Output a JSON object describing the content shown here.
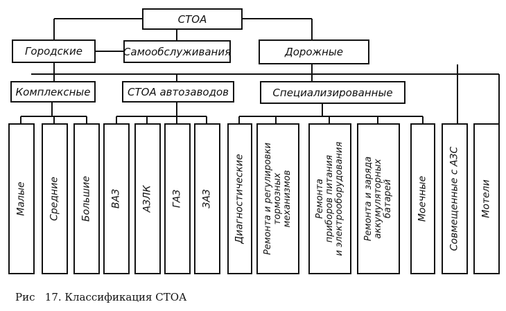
{
  "root": "СТОА",
  "level1": [
    "Городские",
    "Самообслуживания",
    "Дорожные"
  ],
  "level2": [
    "Комплексные",
    "СТОА автозаводов",
    "Специализированные"
  ],
  "leaves": [
    "Малые",
    "Средние",
    "Большие",
    "ВАЗ",
    "АЗЛК",
    "ГАЗ",
    "ЗАЗ",
    "Диагностические",
    "Ремонта и регулировки\nтормозных\nмеханизмов",
    "Ремонта\nприборов питания\nи электрооборудования",
    "Ремонта и заряда\nаккумуляторных\nбатарей",
    "Моечные",
    "Совмещенные с АЗС",
    "Мотели"
  ],
  "caption": "Рис   17. Классификация СТОА"
}
